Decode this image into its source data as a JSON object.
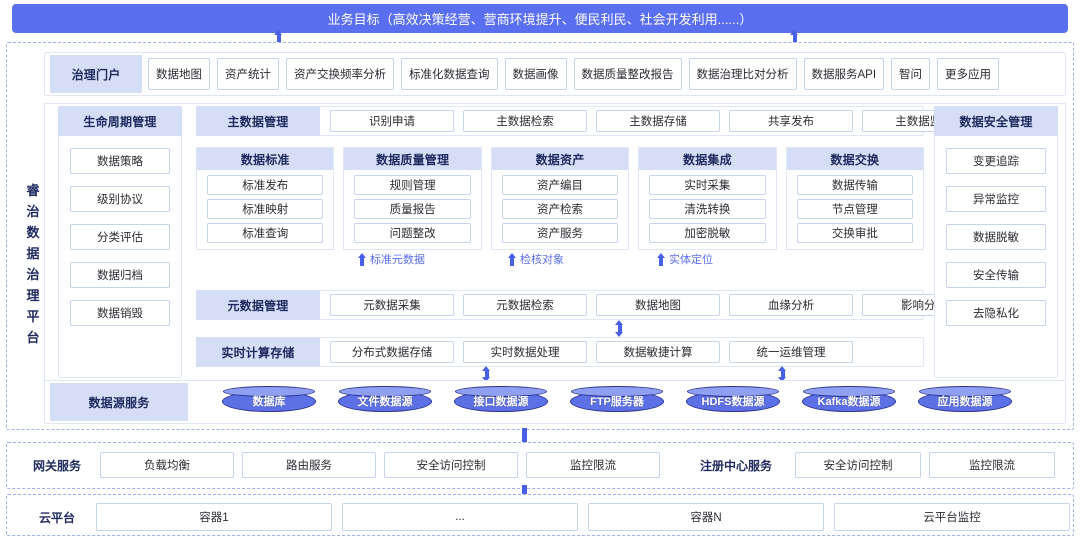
{
  "banner": {
    "title": "业务目标（高效决策经营、营商环境提升、便民利民、社会开发利用......）"
  },
  "brand": {
    "chars": [
      "睿",
      "治",
      "数",
      "据",
      "治",
      "理",
      "平",
      "台"
    ]
  },
  "portal": {
    "header": "治理门户",
    "apps": [
      "数据地图",
      "资产统计",
      "资产交换频率分析",
      "标准化数据查询",
      "数据画像",
      "数据质量整改报告",
      "数据治理比对分析",
      "数据服务API",
      "智问",
      "更多应用"
    ]
  },
  "lifecycle": {
    "header": "生命周期管理",
    "items": [
      "数据策略",
      "级别协议",
      "分类评估",
      "数据归档",
      "数据销毁"
    ]
  },
  "master_data": {
    "header": "主数据管理",
    "items": [
      "识别申请",
      "主数据检索",
      "主数据存储",
      "共享发布",
      "主数据监控"
    ]
  },
  "groups": [
    {
      "header": "数据标准",
      "items": [
        "标准发布",
        "标准映射",
        "标准查询"
      ]
    },
    {
      "header": "数据质量管理",
      "items": [
        "规则管理",
        "质量报告",
        "问题整改"
      ]
    },
    {
      "header": "数据资产",
      "items": [
        "资产编目",
        "资产检索",
        "资产服务"
      ]
    },
    {
      "header": "数据集成",
      "items": [
        "实时采集",
        "清洗转换",
        "加密脱敏"
      ]
    },
    {
      "header": "数据交换",
      "items": [
        "数据传输",
        "节点管理",
        "交换审批"
      ]
    }
  ],
  "annotations": [
    "标准元数据",
    "检核对象",
    "实体定位"
  ],
  "metadata": {
    "header": "元数据管理",
    "items": [
      "元数据采集",
      "元数据检索",
      "数据地图",
      "血缘分析",
      "影响分析"
    ]
  },
  "realtime": {
    "header": "实时计算存储",
    "items": [
      "分布式数据存储",
      "实时数据处理",
      "数据敏捷计算",
      "统一运维管理"
    ]
  },
  "security": {
    "header": "数据安全管理",
    "items": [
      "变更追踪",
      "异常监控",
      "数据脱敏",
      "安全传输",
      "去隐私化"
    ]
  },
  "datasource": {
    "header": "数据源服务",
    "items": [
      "数据库",
      "文件数据源",
      "接口数据源",
      "FTP服务器",
      "HDFS数据源",
      "Kafka数据源",
      "应用数据源"
    ]
  },
  "gateway": {
    "header": "网关服务",
    "items": [
      "负载均衡",
      "路由服务",
      "安全访问控制",
      "监控限流"
    ],
    "registry_header": "注册中心服务",
    "registry_items": [
      "安全访问控制",
      "监控限流"
    ]
  },
  "cloud": {
    "header": "云平台",
    "items": [
      "容器1",
      "...",
      "容器N",
      "云平台监控"
    ]
  },
  "colors": {
    "banner_bg": "#5a6ef0",
    "header_bg": "#d6ddf7",
    "accent": "#4a5fe8",
    "cylinder": "#5d70e6",
    "cylinder_top": "#8fa0f2",
    "cylinder_border": "#2a3490"
  }
}
